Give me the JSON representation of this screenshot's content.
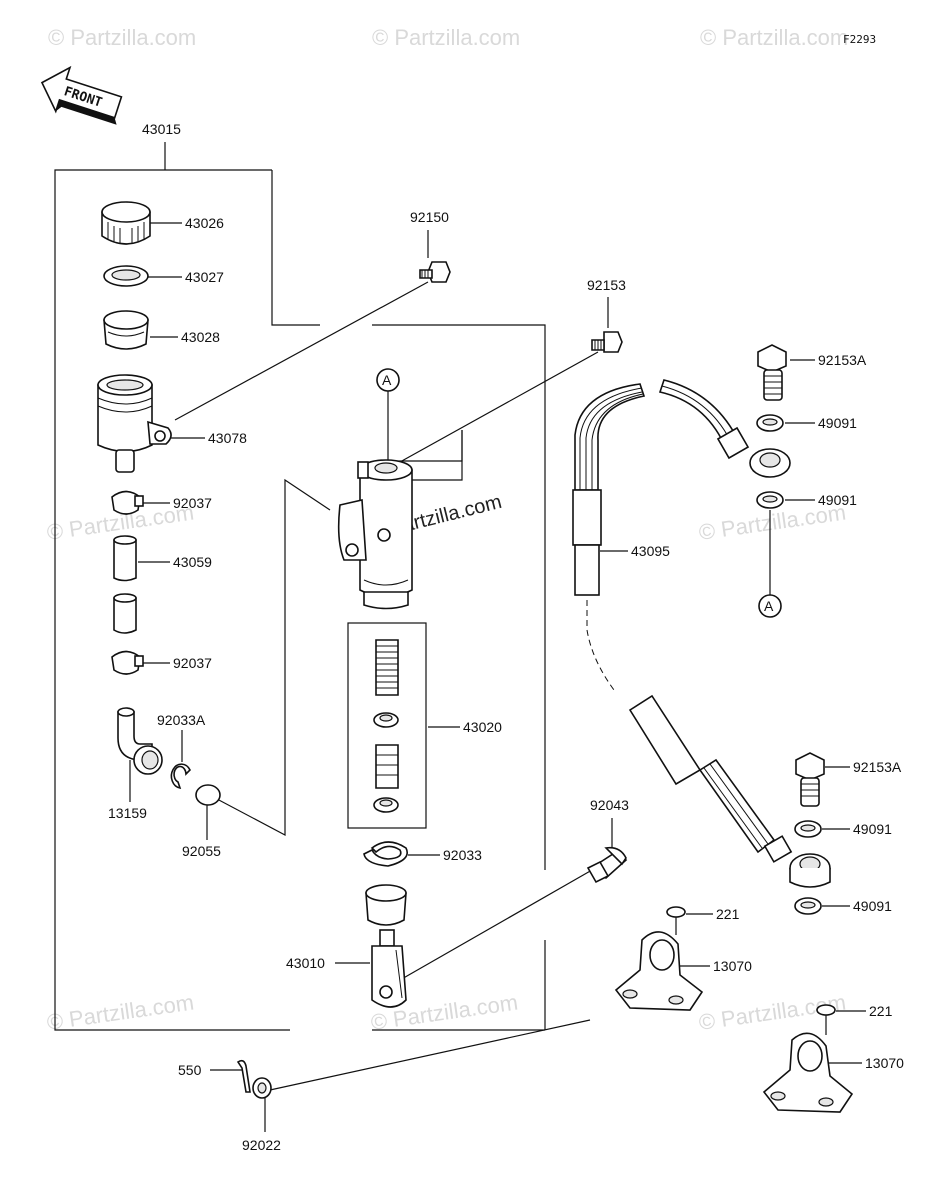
{
  "diagram_code": "F2293",
  "front_label": "FRONT",
  "watermark_text": "© Partzilla.com",
  "reference_marker": "A",
  "labels": {
    "p43015": "43015",
    "p43026": "43026",
    "p43027": "43027",
    "p43028": "43028",
    "p43078": "43078",
    "p92037a": "92037",
    "p43059": "43059",
    "p92037b": "92037",
    "p92033A": "92033A",
    "p13159": "13159",
    "p92055": "92055",
    "p92150": "92150",
    "p43020": "43020",
    "p92033": "92033",
    "p43010": "43010",
    "p550": "550",
    "p92022": "92022",
    "p92043": "92043",
    "p92153": "92153",
    "p92153A_top": "92153A",
    "p49091_1": "49091",
    "p49091_2": "49091",
    "p43095": "43095",
    "p92153A_bot": "92153A",
    "p49091_3": "49091",
    "p49091_4": "49091",
    "p221_1": "221",
    "p13070_1": "13070",
    "p221_2": "221",
    "p13070_2": "13070"
  },
  "colors": {
    "line": "#111111",
    "watermark": "#d9d9d9",
    "background": "#ffffff"
  }
}
